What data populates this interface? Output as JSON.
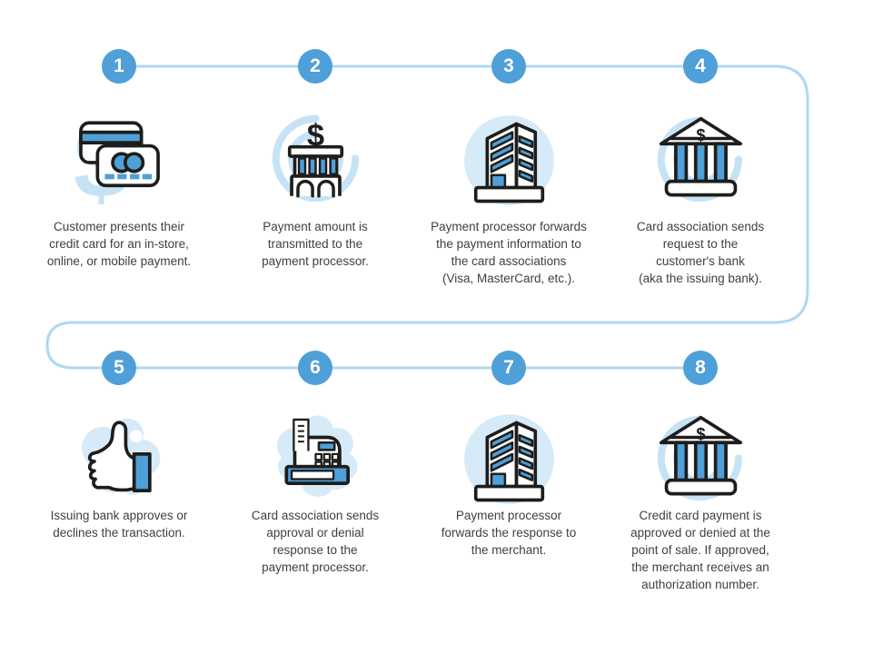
{
  "colors": {
    "accent_blue": "#4F9FD8",
    "connector_blue": "#AFD8F2",
    "icon_outline": "#1D1D1B",
    "icon_fill_blue": "#4F9FD8",
    "icon_bg_light": "#D6EAF8",
    "icon_swirl_light": "#C6E3F6",
    "text_color": "#3F3F3F",
    "background": "#FFFFFF"
  },
  "steps": [
    {
      "number": "1",
      "icon": "credit-cards",
      "text": "Customer presents their\ncredit card for an in-store,\nonline, or mobile payment."
    },
    {
      "number": "2",
      "icon": "bank-payment",
      "text": "Payment amount is\ntransmitted to the\npayment processor."
    },
    {
      "number": "3",
      "icon": "office-building",
      "text": "Payment processor forwards\nthe payment information to\nthe card associations\n(Visa, MasterCard, etc.)."
    },
    {
      "number": "4",
      "icon": "classical-bank",
      "text": "Card association sends\nrequest to the\ncustomer's bank\n(aka the issuing bank)."
    },
    {
      "number": "5",
      "icon": "thumbs-up",
      "text": "Issuing bank approves or\ndeclines the transaction."
    },
    {
      "number": "6",
      "icon": "cash-register",
      "text": "Card association sends\napproval or denial\nresponse to the\npayment processor."
    },
    {
      "number": "7",
      "icon": "office-building",
      "text": "Payment processor\nforwards the response to\nthe merchant."
    },
    {
      "number": "8",
      "icon": "classical-bank",
      "text": "Credit card payment is\napproved or denied at the\npoint of sale. If approved,\nthe merchant receives an\nauthorization number."
    }
  ]
}
